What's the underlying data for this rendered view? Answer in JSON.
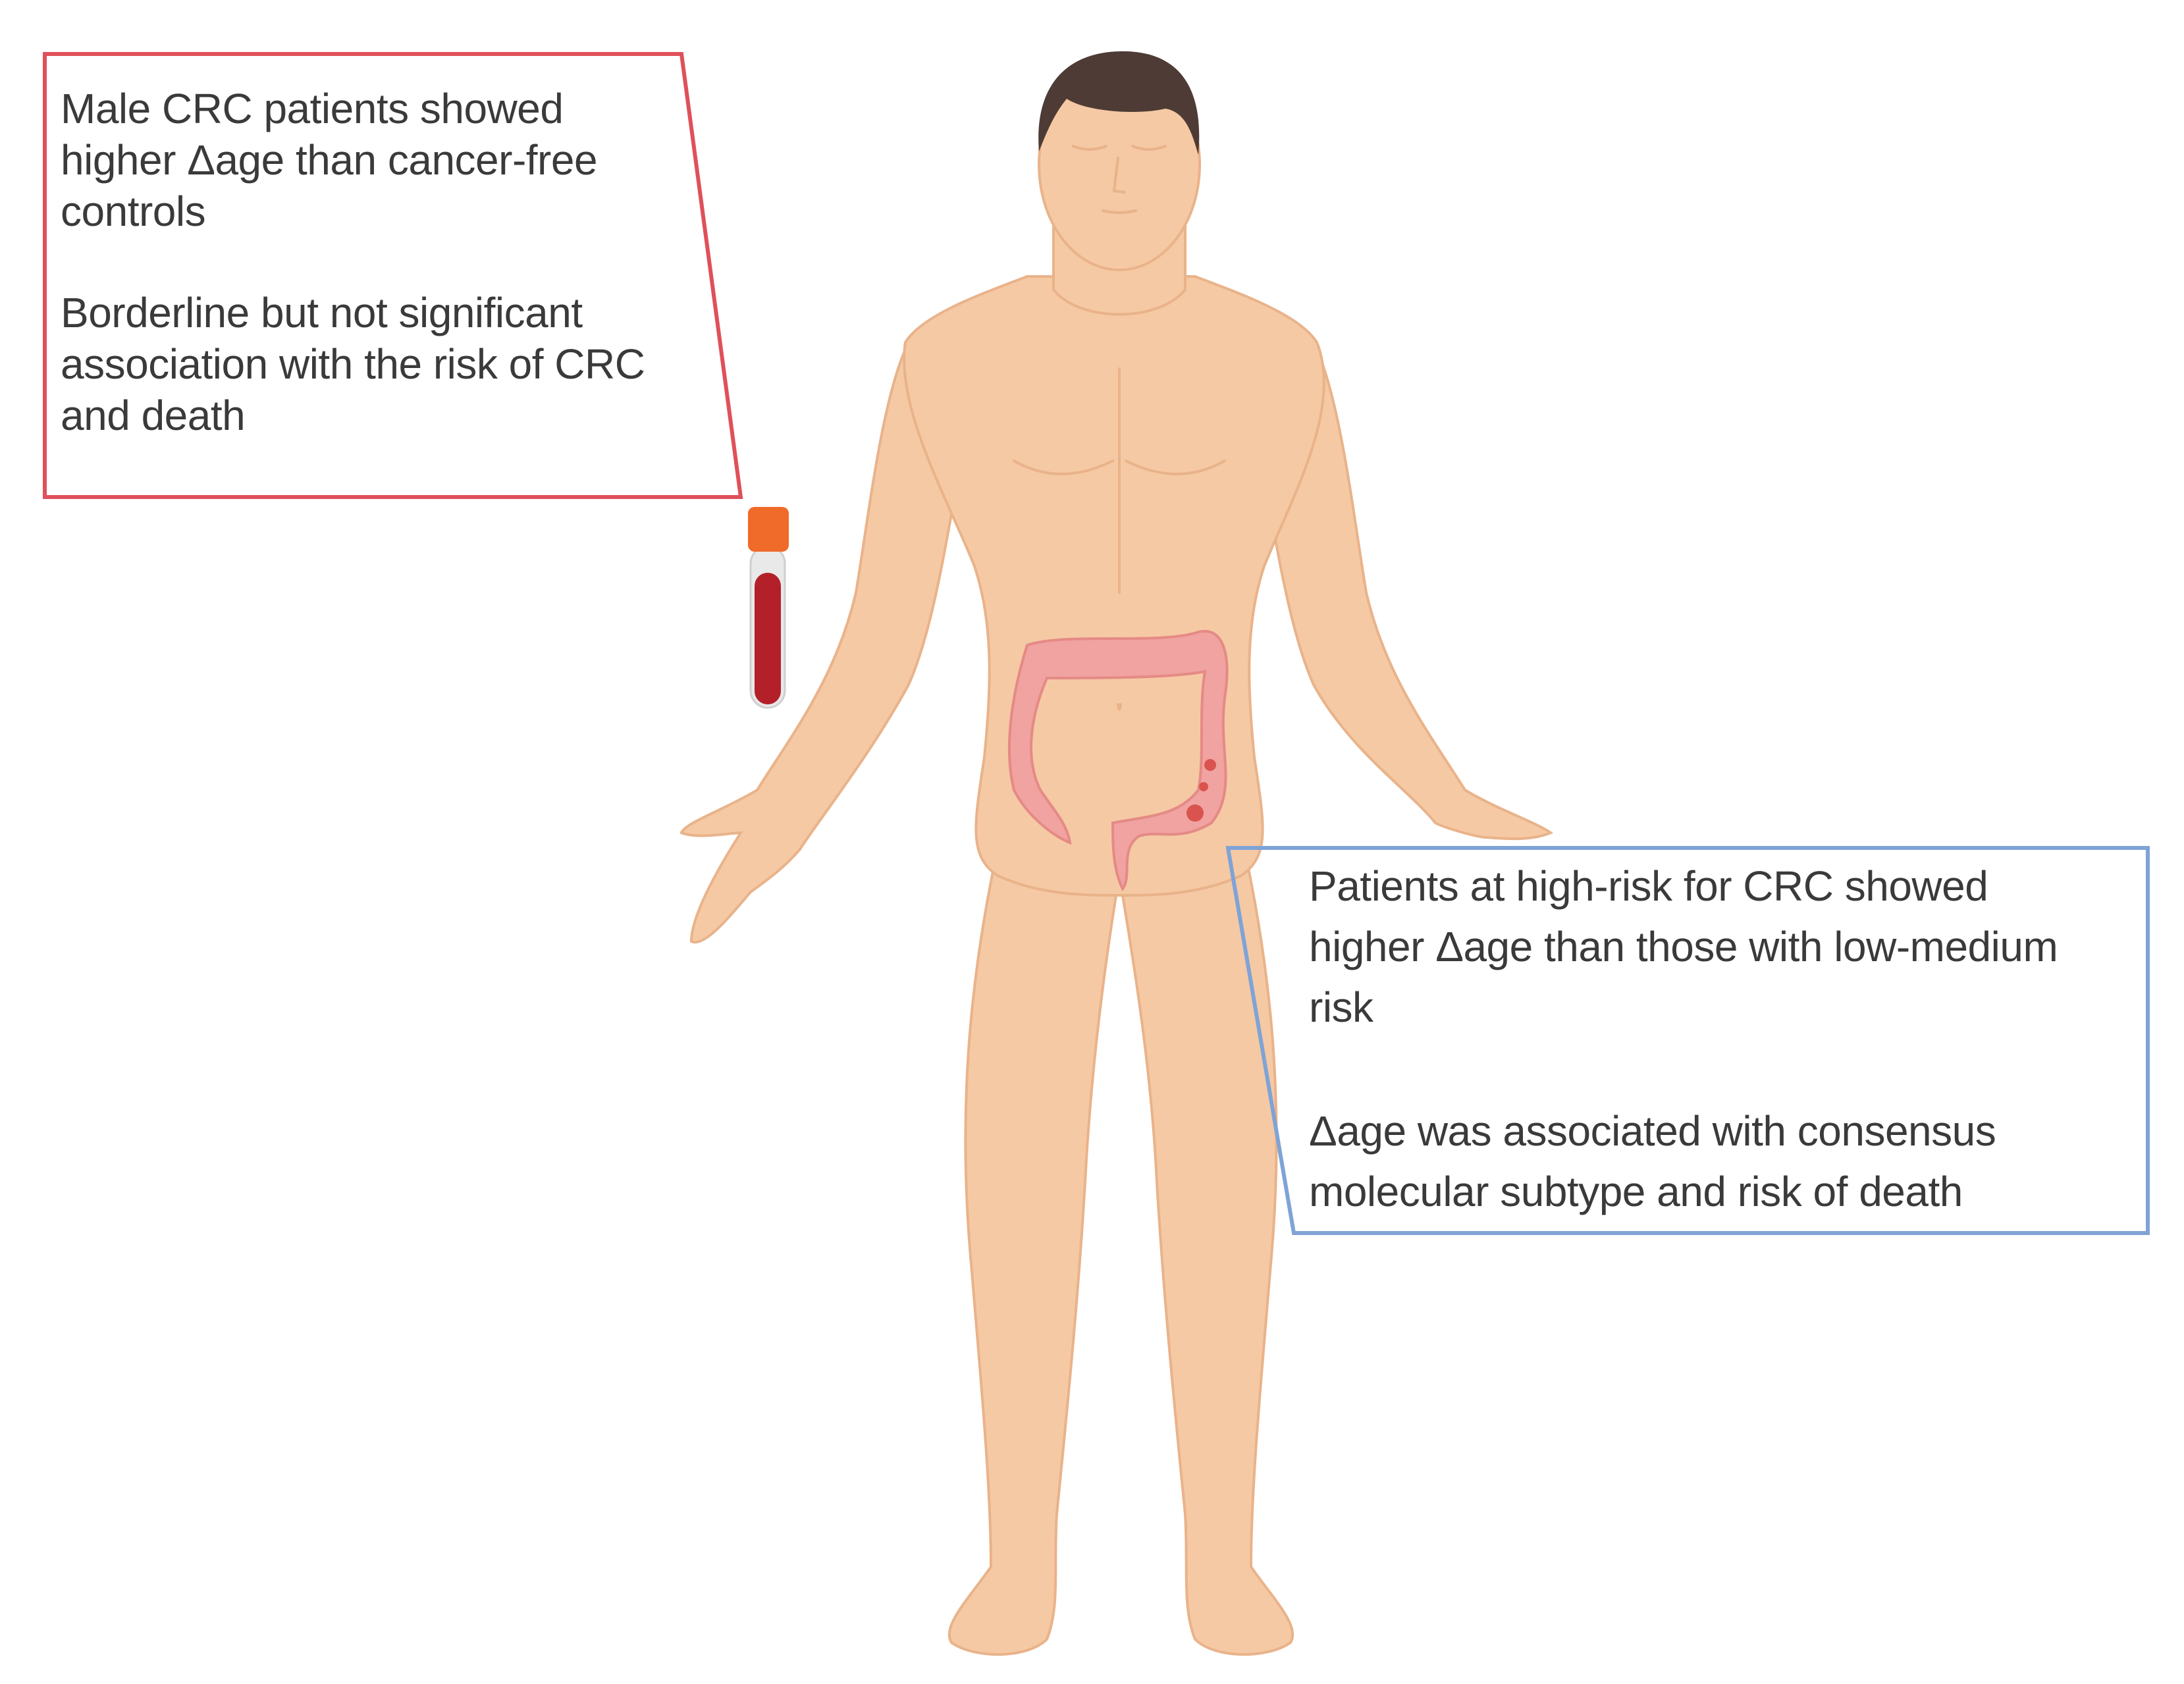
{
  "left_callout": {
    "border_color": "#e0505a",
    "paragraphs": [
      [
        "Male CRC patients showed",
        "higher Δage than cancer-free",
        "controls"
      ],
      [
        "Borderline but not significant",
        "association with the risk of CRC",
        "and death"
      ]
    ]
  },
  "right_callout": {
    "border_color": "#7fa3d6",
    "paragraphs": [
      [
        "Patients at high-risk for CRC showed",
        "higher Δage than those with low-medium",
        "risk"
      ],
      [
        "Δage was associated with consensus",
        "molecular subtype and risk of death"
      ]
    ]
  },
  "colors": {
    "skin": "#f5c9a4",
    "skin_shadow": "#e9b38a",
    "hair": "#4e3b35",
    "colon": "#f0a3a0",
    "tumor": "#d9534f",
    "blood": "#b3202a",
    "tube_cap": "#f06a2a"
  }
}
